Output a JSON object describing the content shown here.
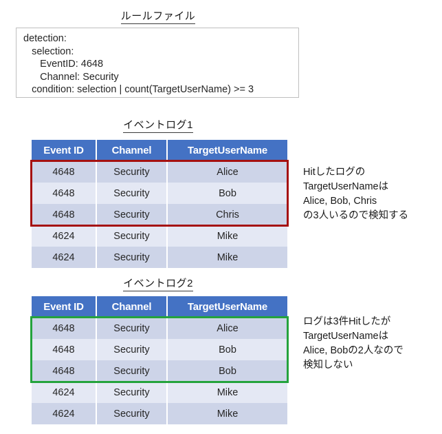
{
  "rule_section": {
    "title": "ルールファイル",
    "lines": [
      "detection:",
      "   selection:",
      "      EventID: 4648",
      "      Channel: Security",
      "   condition: selection | count(TargetUserName) >= 3"
    ]
  },
  "log1": {
    "title": "イベントログ1",
    "columns": [
      "Event ID",
      "Channel",
      "TargetUserName"
    ],
    "rows": [
      {
        "event_id": "4648",
        "channel": "Security",
        "target_user_name": "Alice"
      },
      {
        "event_id": "4648",
        "channel": "Security",
        "target_user_name": "Bob"
      },
      {
        "event_id": "4648",
        "channel": "Security",
        "target_user_name": "Chris"
      },
      {
        "event_id": "4624",
        "channel": "Security",
        "target_user_name": "Mike"
      },
      {
        "event_id": "4624",
        "channel": "Security",
        "target_user_name": "Mike"
      }
    ],
    "highlight": {
      "color": "#A51010",
      "first_row": 1,
      "last_row": 3
    },
    "annotation": "Hitしたログの\nTargetUserNameは\nAlice, Bob, Chris\nの3人いるので検知する"
  },
  "log2": {
    "title": "イベントログ2",
    "columns": [
      "Event ID",
      "Channel",
      "TargetUserName"
    ],
    "rows": [
      {
        "event_id": "4648",
        "channel": "Security",
        "target_user_name": "Alice"
      },
      {
        "event_id": "4648",
        "channel": "Security",
        "target_user_name": "Bob"
      },
      {
        "event_id": "4648",
        "channel": "Security",
        "target_user_name": "Bob"
      },
      {
        "event_id": "4624",
        "channel": "Security",
        "target_user_name": "Mike"
      },
      {
        "event_id": "4624",
        "channel": "Security",
        "target_user_name": "Mike"
      }
    ],
    "highlight": {
      "color": "#24A33C",
      "first_row": 1,
      "last_row": 3
    },
    "annotation": "ログは3件Hitしたが\nTargetUserNameは\nAlice, Bobの2人なので\n検知しない"
  },
  "colors": {
    "header_blue": "#4472C4",
    "row_dark": "#CDD4E8",
    "row_light": "#E4E8F4",
    "hit_red": "#A51010",
    "hit_green": "#24A33C",
    "box_border": "#BFBFBF"
  }
}
